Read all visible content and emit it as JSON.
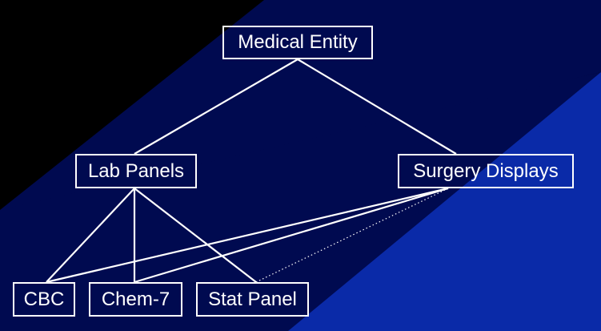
{
  "colors": {
    "background_dark": "#000000",
    "background_navy": "#000a50",
    "background_blue": "#0a2aa8",
    "foreground": "#ffffff"
  },
  "nodes": {
    "medical_entity": "Medical Entity",
    "lab_panels": "Lab Panels",
    "surgery_displays": "Surgery Displays",
    "cbc": "CBC",
    "chem7": "Chem-7",
    "stat_panel": "Stat Panel"
  },
  "edges": [
    {
      "from": "medical_entity",
      "to": "lab_panels",
      "style": "solid"
    },
    {
      "from": "medical_entity",
      "to": "surgery_displays",
      "style": "solid"
    },
    {
      "from": "lab_panels",
      "to": "cbc",
      "style": "solid"
    },
    {
      "from": "lab_panels",
      "to": "chem7",
      "style": "solid"
    },
    {
      "from": "lab_panels",
      "to": "stat_panel",
      "style": "solid"
    },
    {
      "from": "surgery_displays",
      "to": "cbc",
      "style": "solid"
    },
    {
      "from": "surgery_displays",
      "to": "chem7",
      "style": "solid"
    },
    {
      "from": "surgery_displays",
      "to": "stat_panel",
      "style": "dotted"
    }
  ]
}
